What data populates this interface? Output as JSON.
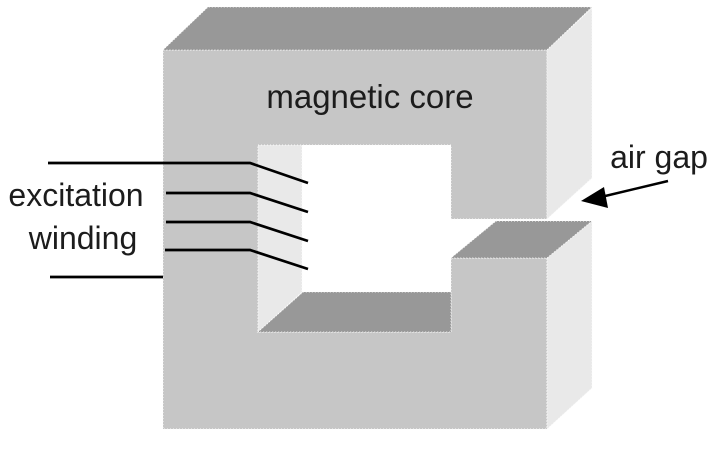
{
  "diagram": {
    "kind": "3d-cutaway-illustration",
    "labels": {
      "magnetic_core": "magnetic core",
      "air_gap": "air gap",
      "excitation": "excitation",
      "winding": "winding"
    },
    "winding": {
      "turn_count": 4
    },
    "colors": {
      "background": "#ffffff",
      "front_face": "#c6c6c6",
      "top_face": "#989898",
      "side_face": "#e9e9e9",
      "inner_wall": "#e9e9e9",
      "inner_floor": "#989898",
      "gap_block_top": "#989898",
      "edge_stipple": "#fbfbfb",
      "line": "#000000",
      "text": "#1c1c1c"
    }
  }
}
